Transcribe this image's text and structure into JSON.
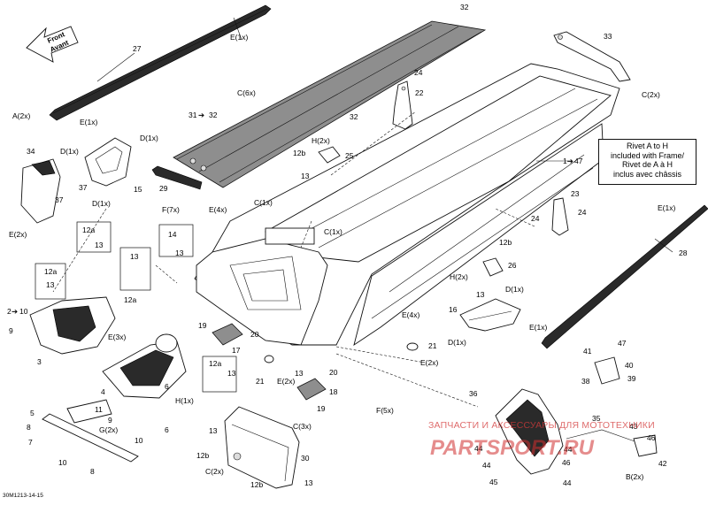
{
  "diagram": {
    "reference": "30M1213-14-15",
    "direction_arrow": {
      "line1": "Front",
      "line2": "Avant"
    },
    "note": [
      "Rivet A to H",
      "included with Frame/",
      "Rivet de A à H",
      "inclus avec châssis"
    ],
    "watermark": {
      "top": "ЗАПЧАСТИ И АКСЕССУАРЫ ДЛЯ МОТОТЕХНИКИ",
      "brand": "PARTSPORT.RU"
    },
    "labels": {
      "l27": "27",
      "lE1a": "E(1x)",
      "lA2": "A(2x)",
      "lE1b": "E(1x)",
      "l32a": "32",
      "lC6": "C(6x)",
      "l31": "31",
      "l32b": "32",
      "l32c": "32",
      "l33": "33",
      "lC2a": "C(2x)",
      "l24a": "24",
      "l22": "22",
      "lH2a": "H(2x)",
      "l12ba": "12b",
      "l25": "25",
      "l13a": "13",
      "l47a": "47",
      "l34": "34",
      "lD1a": "D(1x)",
      "lD1b": "D(1x)",
      "l37a": "37",
      "l15": "15",
      "lD1c": "D(1x)",
      "l37b": "37",
      "lE2a": "E(2x)",
      "l29": "29",
      "lF7": "F(7x)",
      "lE4a": "E(4x)",
      "lC1a": "C(1x)",
      "lC1b": "C(1x)",
      "l23": "23",
      "l24b": "24",
      "l24c": "24",
      "lE1c": "E(1x)",
      "l28": "28",
      "l12aa": "12a",
      "l13b": "13",
      "l14": "14",
      "l13c": "13",
      "l13d": "13",
      "l12ab": "12a",
      "l13e": "13",
      "l12ac": "12a",
      "l12bb": "12b",
      "l26": "26",
      "lH2b": "H(2x)",
      "l13f": "13",
      "lD1d": "D(1x)",
      "l16": "16",
      "lD1e": "D(1x)",
      "lE1d": "E(1x)",
      "l2": "2",
      "l10a": "10",
      "l9a": "9",
      "l3": "3",
      "lE3": "E(3x)",
      "l19a": "19",
      "l20a": "20",
      "l17": "17",
      "lE4b": "E(4x)",
      "l21a": "21",
      "lE2b": "E(2x)",
      "l47b": "47",
      "l41": "41",
      "l40": "40",
      "l38": "38",
      "l39": "39",
      "l21b": "21",
      "lE2c": "E(2x)",
      "l20b": "20",
      "l13g": "13",
      "l18": "18",
      "l19b": "19",
      "l12ad": "12a",
      "l13h": "13",
      "l4": "4",
      "lH1": "H(1x)",
      "l5": "5",
      "l11": "11",
      "l9b": "9",
      "l8a": "8",
      "lG2": "G(2x)",
      "l7": "7",
      "l10b": "10",
      "l10c": "10",
      "l8b": "8",
      "l6a": "6",
      "l6b": "6",
      "lF5": "F(5x)",
      "l13i": "13",
      "lC3": "C(3x)",
      "l30": "30",
      "l12bc": "12b",
      "lC2b": "C(2x)",
      "l12bd": "12b",
      "l13j": "13",
      "l36": "36",
      "l35": "35",
      "l43": "43",
      "l46a": "46",
      "l44a": "44",
      "l44b": "44",
      "l46b": "46",
      "l44c": "44",
      "l44d": "44",
      "l45": "45",
      "l42": "42",
      "lB2": "B(2x)"
    }
  }
}
